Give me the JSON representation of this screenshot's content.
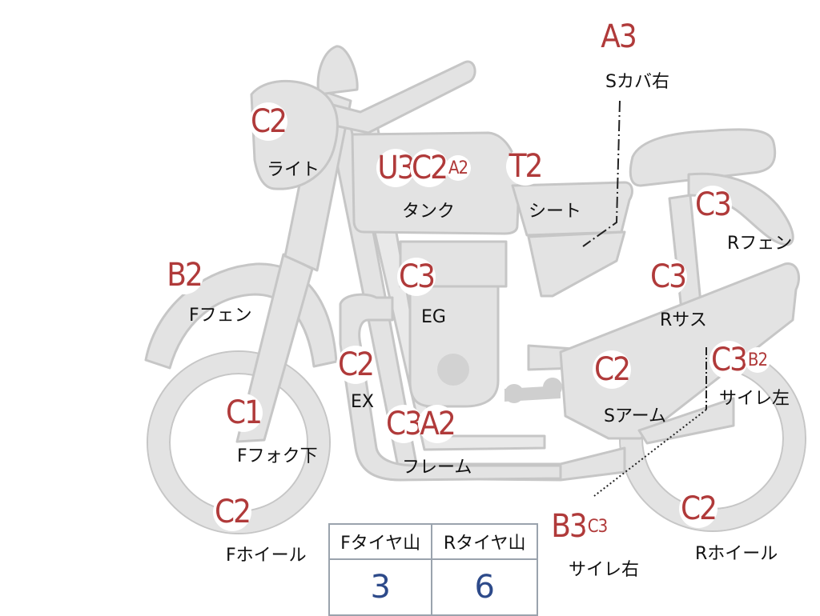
{
  "colors": {
    "body_fill": "#e3e3e3",
    "outline": "#c4c4c4",
    "condition_text": "#b03a3a",
    "value_text": "#2d4a8a"
  },
  "parts": [
    {
      "id": "light",
      "label": "ライト",
      "grades": [
        "C2"
      ]
    },
    {
      "id": "tank",
      "label": "タンク",
      "grades": [
        "U3",
        "C2"
      ],
      "sub": [
        "A2"
      ]
    },
    {
      "id": "seat",
      "label": "シート",
      "grades": [
        "T2"
      ]
    },
    {
      "id": "side-cover-right-top",
      "label": "Sカバ右",
      "grades": [
        "A3"
      ]
    },
    {
      "id": "rear-fender",
      "label": "Rフェン",
      "grades": [
        "C3"
      ]
    },
    {
      "id": "front-fender",
      "label": "Fフェン",
      "grades": [
        "B2"
      ]
    },
    {
      "id": "engine",
      "label": "EG",
      "grades": [
        "C3"
      ]
    },
    {
      "id": "rear-suspension",
      "label": "Rサス",
      "grades": [
        "C3"
      ]
    },
    {
      "id": "exhaust",
      "label": "EX",
      "grades": [
        "C2"
      ]
    },
    {
      "id": "swing-arm",
      "label": "Sアーム",
      "grades": [
        "C2"
      ]
    },
    {
      "id": "muffler-left",
      "label": "サイレ左",
      "grades": [
        "C3"
      ],
      "sub": [
        "B2"
      ]
    },
    {
      "id": "front-fork-lower",
      "label": "Fフォク下",
      "grades": [
        "C1"
      ]
    },
    {
      "id": "frame",
      "label": "フレーム",
      "grades": [
        "C3",
        "A2"
      ]
    },
    {
      "id": "front-wheel",
      "label": "Fホイール",
      "grades": [
        "C2"
      ]
    },
    {
      "id": "muffler-right",
      "label": "サイレ右",
      "grades": [
        "B3"
      ],
      "sub": [
        "C3"
      ]
    },
    {
      "id": "rear-wheel",
      "label": "Rホイール",
      "grades": [
        "C2"
      ]
    }
  ],
  "tire_table": {
    "headers": [
      "Fタイヤ山",
      "Rタイヤ山"
    ],
    "values": [
      "3",
      "6"
    ]
  }
}
